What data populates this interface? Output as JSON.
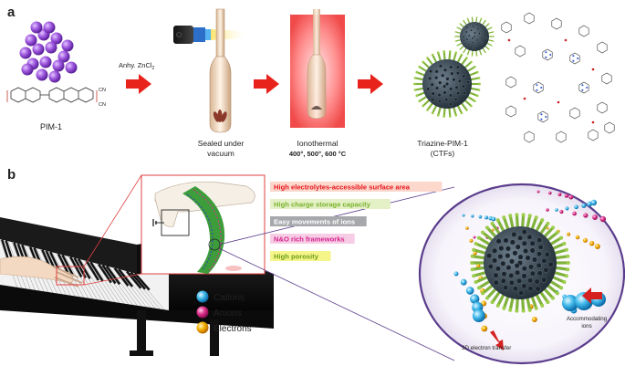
{
  "panel_a": {
    "label": "a",
    "pim1": "PIM-1",
    "reagent_prefix": "Anhy. ZnCl",
    "reagent_sub": "2",
    "sealed_line1": "Sealed under",
    "sealed_line2": "vacuum",
    "iono_line1": "Ionothermal",
    "iono_line2": "400°, 500°, 600 °C",
    "product_line1": "Triazine-PIM-1",
    "product_line2": "(CTFs)",
    "cn_label": "CN"
  },
  "panel_b": {
    "label": "b",
    "features": [
      {
        "text": "High electrolytes-accessible surface area",
        "color": "#e8141b",
        "bg": "#fbd7cc"
      },
      {
        "text": "High charge storage capacity",
        "color": "#7ab32e",
        "bg": "#e4f0c6"
      },
      {
        "text": "Easy movements of ions",
        "color": "#ffffff",
        "bg": "#a6a8ab"
      },
      {
        "text": "N&O rich frameworks",
        "color": "#d6238e",
        "bg": "#f6cde4"
      },
      {
        "text": "High porosity",
        "color": "#6b9e12",
        "bg": "#f6f58a"
      }
    ],
    "legend": [
      {
        "text": "Cations",
        "color": "#2aa9df"
      },
      {
        "text": "Anions",
        "color": "#d6237f"
      },
      {
        "text": "Electrons",
        "color": "#f5b100"
      }
    ],
    "transfer": "3D electron transfer",
    "accommodating_line1": "Accommodating",
    "accommodating_line2": "ions"
  }
}
